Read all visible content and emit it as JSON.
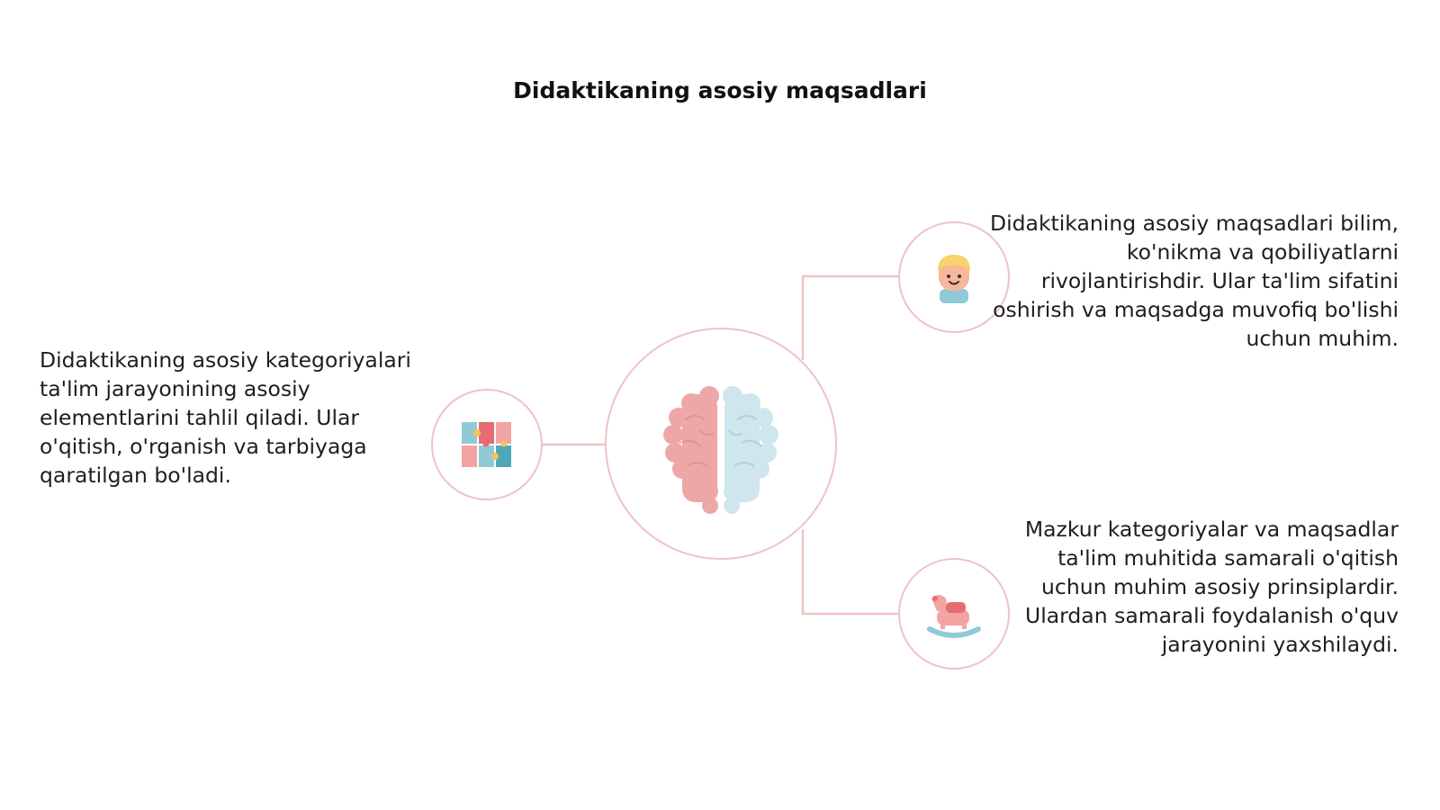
{
  "title": "Didaktikaning asosiy maqsadlari",
  "hub": {
    "icon": "brain-icon"
  },
  "nodes": [
    {
      "icon": "puzzle-icon",
      "text": "Didaktikaning asosiy kategoriyalari ta'lim jarayonining asosiy elementlarini tahlil qiladi. Ular o'qitish, o'rganish va tarbiyaga qaratilgan bo'ladi."
    },
    {
      "icon": "child-face-icon",
      "text": "Didaktikaning asosiy maqsadlari bilim, ko'nikma va qobiliyatlarni rivojlantirishdir. Ular ta'lim sifatini oshirish va maqsadga muvofiq bo'lishi uchun muhim."
    },
    {
      "icon": "rocking-horse-icon",
      "text": "Mazkur kategoriyalar va maqsadlar ta'lim muhitida samarali o'qitish uchun muhim asosiy prinsiplardir. Ulardan samarali foydalanish o'quv jarayonini yaxshilaydi."
    }
  ],
  "colors": {
    "connector": "#efc3c3",
    "brain_left": "#eea7a7",
    "brain_right": "#cfe6ef"
  }
}
